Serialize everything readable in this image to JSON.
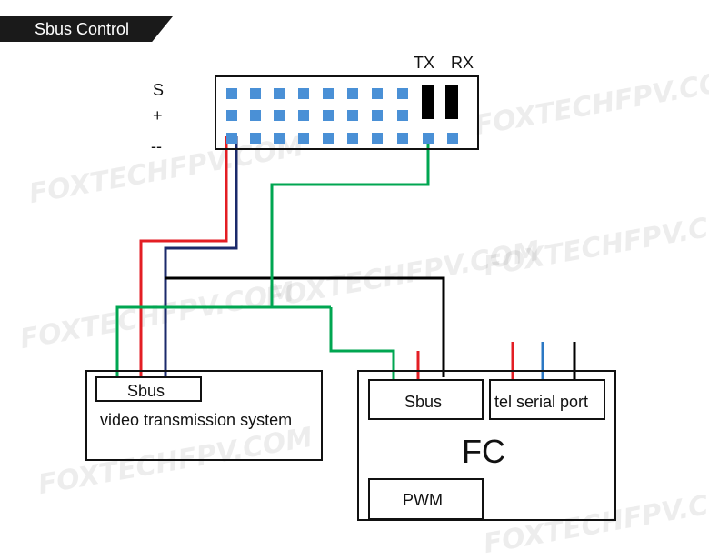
{
  "header": {
    "title": "Sbus Control"
  },
  "connector": {
    "row_labels": [
      "S",
      "+",
      "--"
    ],
    "tx_label": "TX",
    "rx_label": "RX"
  },
  "video_tx": {
    "sbus_label": "Sbus",
    "system_label": "video transmission system"
  },
  "fc": {
    "title": "FC",
    "sbus_label": "Sbus",
    "tel_label": "tel serial port",
    "pwm_label": "PWM"
  },
  "watermark": "FOXTECHFPV.COM",
  "colors": {
    "signal_wire": "#00a651",
    "power_wire": "#e31e24",
    "ground_wire": "#1b2a6b",
    "black_wire": "#000000",
    "tel_blue_wire": "#2b78c4",
    "pin": "#4a90d6",
    "header_band": "#1a1a1a"
  }
}
